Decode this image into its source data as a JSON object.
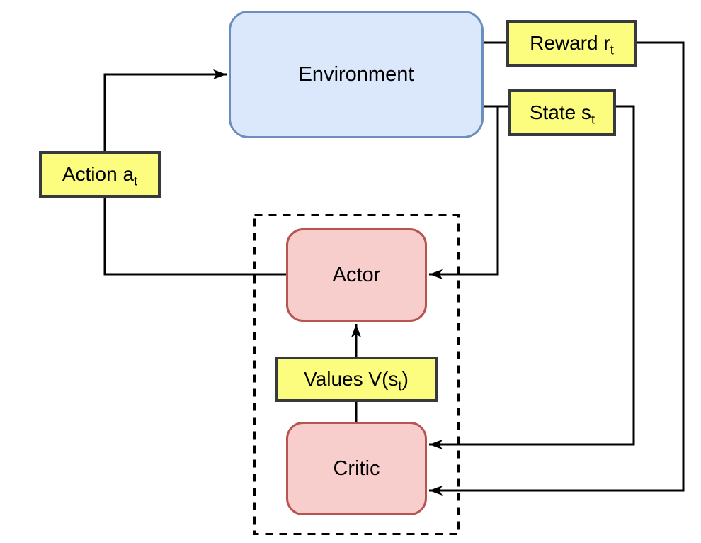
{
  "diagram": {
    "title": "actor-critic-architecture",
    "nodes": {
      "environment": {
        "label": "Environment"
      },
      "actor": {
        "label": "Actor"
      },
      "critic": {
        "label": "Critic"
      }
    },
    "labels": {
      "reward": {
        "pre": "Reward r",
        "sub": "t",
        "post": ""
      },
      "state": {
        "pre": "State s",
        "sub": "t",
        "post": ""
      },
      "action": {
        "pre": "Action a",
        "sub": "t",
        "post": ""
      },
      "values": {
        "pre": "Values V(s",
        "sub": "t",
        "post": ")"
      }
    },
    "edges": [
      {
        "name": "actor-to-environment",
        "via_label": "Action a_t",
        "arrow_into": "Environment left side"
      },
      {
        "name": "environment-to-critic-reward",
        "via_label": "Reward r_t",
        "arrow_into": "Critic right side (lower)"
      },
      {
        "name": "environment-to-critic-state",
        "via_label": "State s_t",
        "arrow_into": "Critic right side (upper)"
      },
      {
        "name": "environment-state-to-actor",
        "via_label": "State s_t",
        "arrow_into": "Actor right side"
      },
      {
        "name": "critic-to-actor",
        "via_label": "Values V(s_t)",
        "arrow_into": "Actor bottom"
      }
    ]
  },
  "colors": {
    "background": "#ffffff",
    "environment_fill": "#dbe8fc",
    "environment_stroke": "#6c8ebf",
    "node_fill": "#f8cecc",
    "node_stroke": "#b85450",
    "label_fill": "#fcfc7f",
    "label_stroke": "#36393d",
    "line": "#000000"
  }
}
